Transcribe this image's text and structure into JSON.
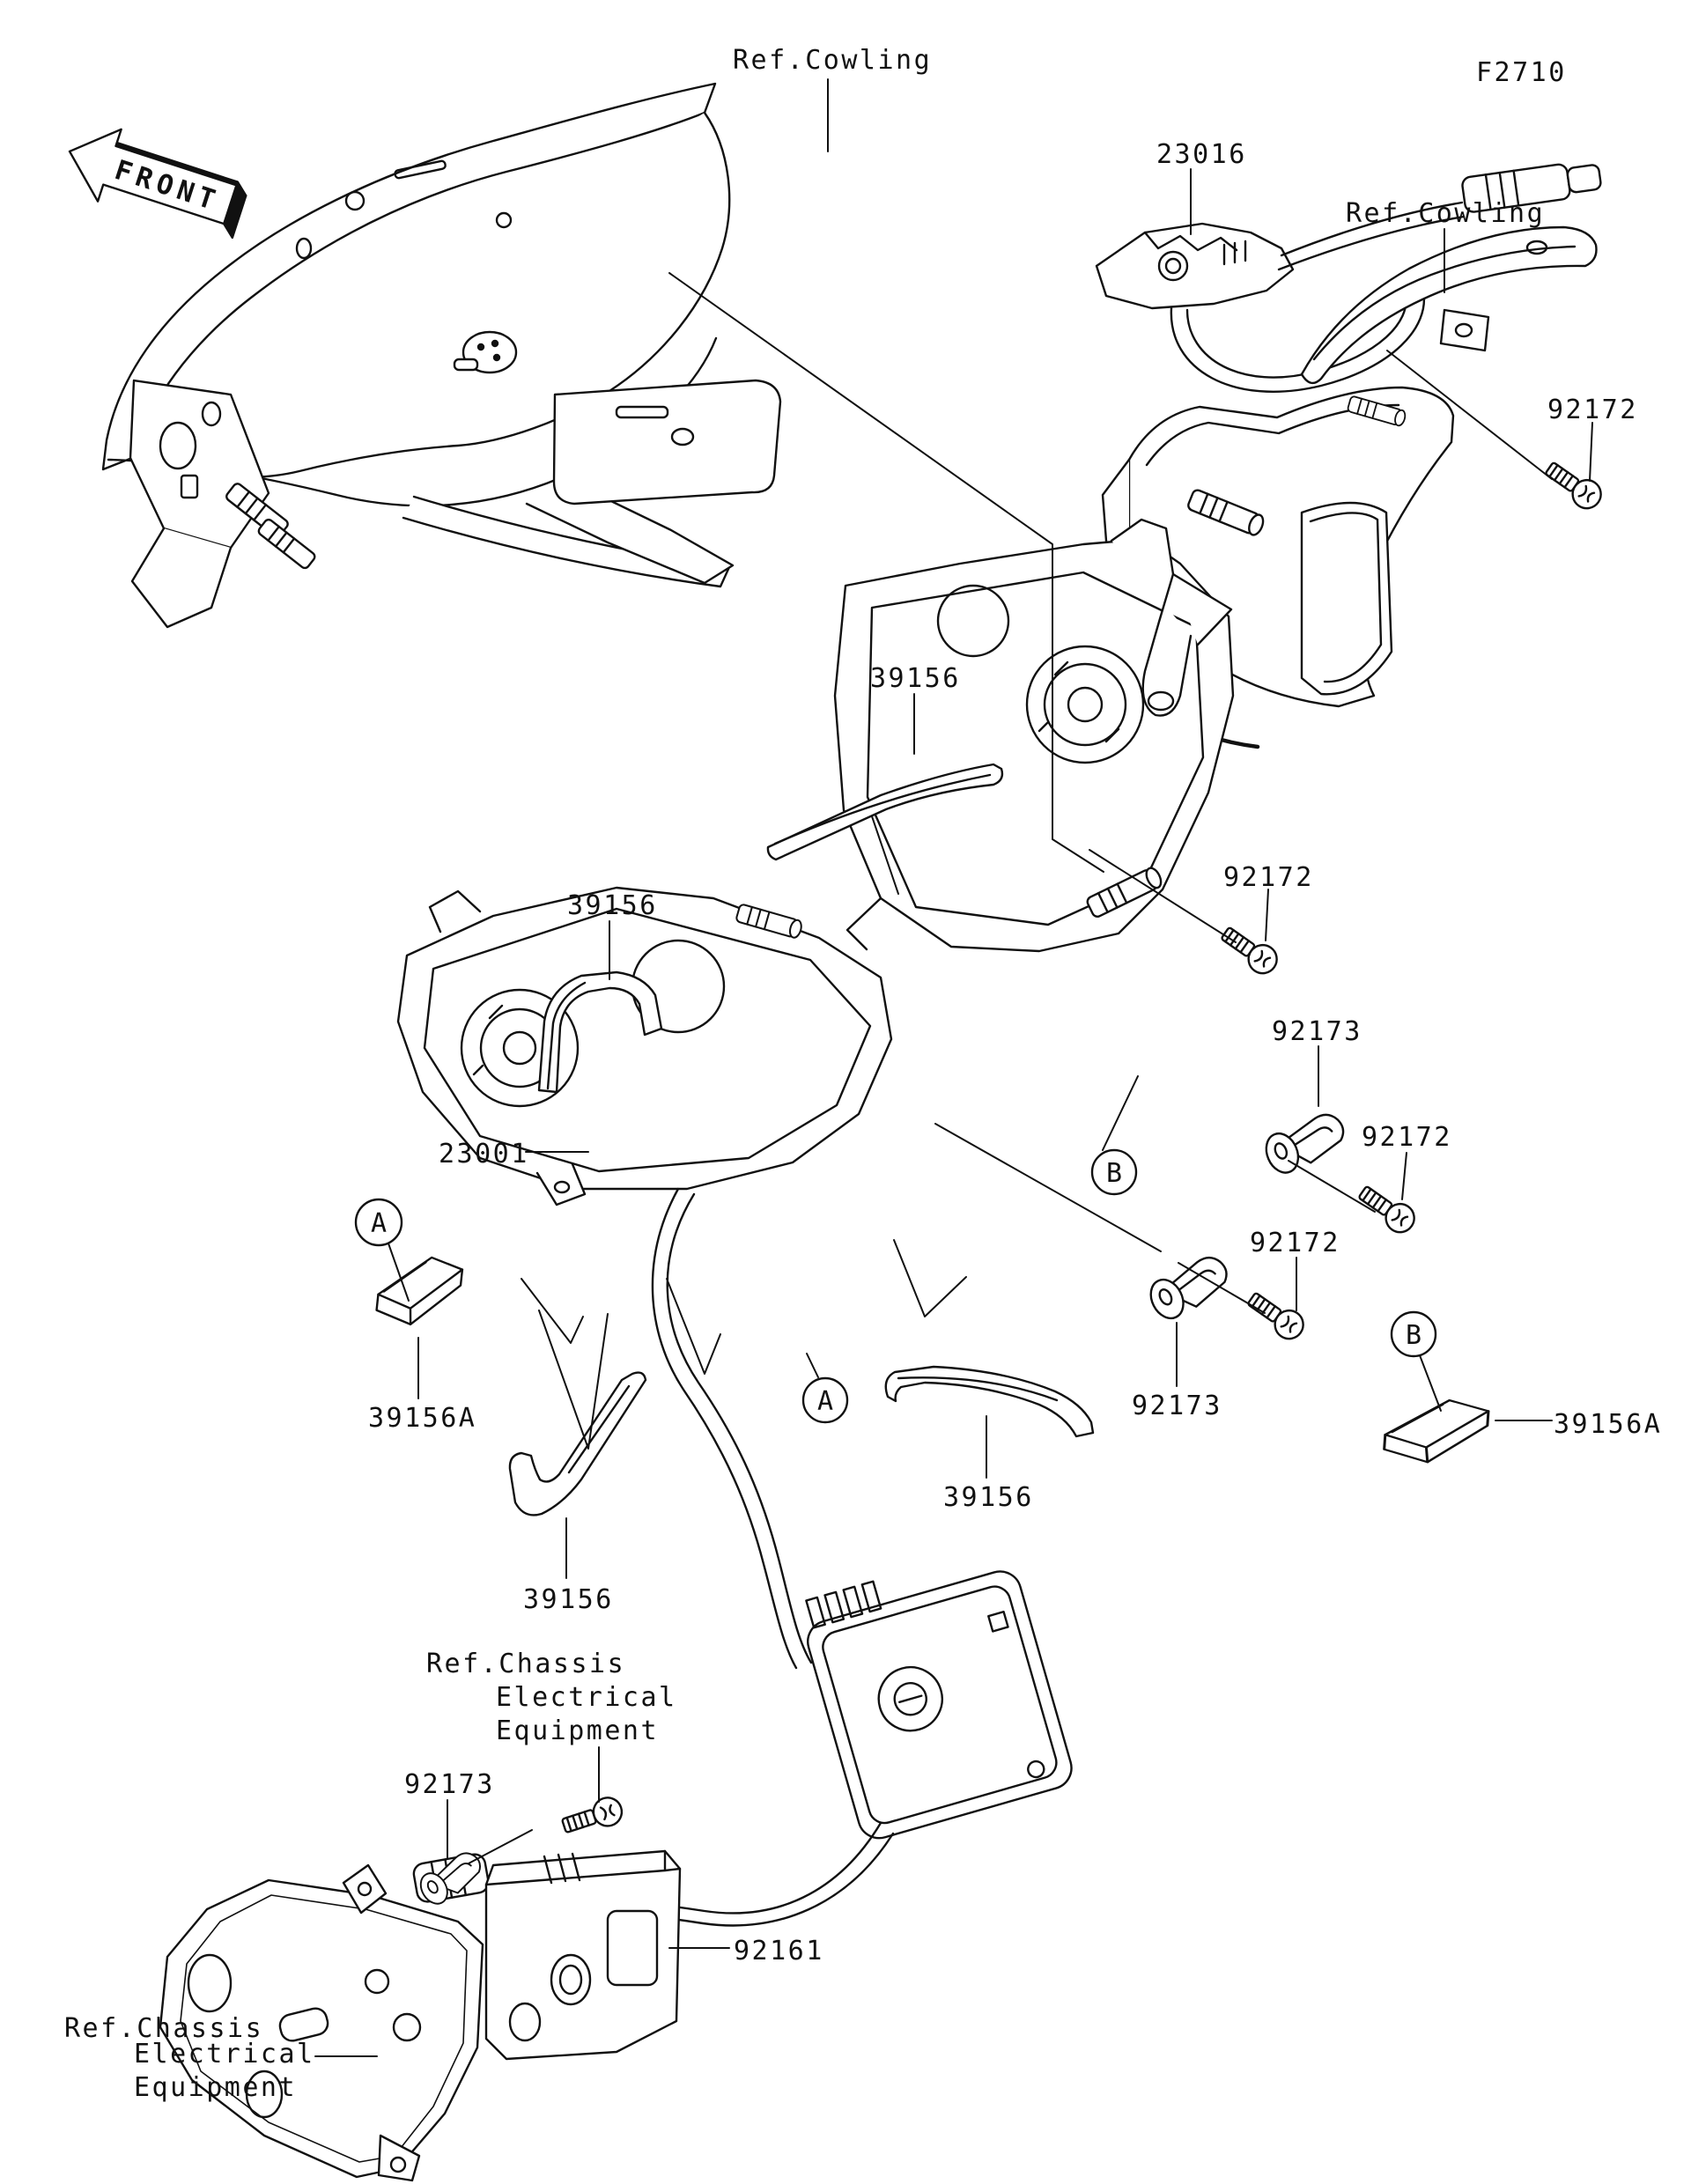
{
  "labels": {
    "figure_code": "F2710",
    "front_marker": "FRONT",
    "ref_cowling_top": "Ref.Cowling",
    "ref_cowling_right": "Ref.Cowling",
    "part_23016": "23016",
    "part_23001": "23001",
    "screw_92172_top": "92172",
    "screw_92172_right_upper": "92172",
    "screw_92172_right_lower": "92172",
    "screw_92172_center": "92172",
    "clamp_92173_right": "92173",
    "clamp_92173_center": "92173",
    "clamp_92173_bottom": "92173",
    "trim_39156_top": "39156",
    "trim_39156_left": "39156",
    "trim_39156_center": "39156",
    "trim_39156_bottom_left": "39156",
    "trim_39156a_left": "39156A",
    "trim_39156a_right": "39156A",
    "damper_92161": "92161",
    "ref_chassis_mid_line1": "Ref.Chassis",
    "ref_chassis_mid_line2": "Electrical",
    "ref_chassis_mid_line3": "Equipment",
    "ref_chassis_bottom_line1": "Ref.Chassis",
    "ref_chassis_bottom_line2": "Electrical",
    "ref_chassis_bottom_line3": "Equipment",
    "marker_a": "A",
    "marker_b": "B"
  }
}
